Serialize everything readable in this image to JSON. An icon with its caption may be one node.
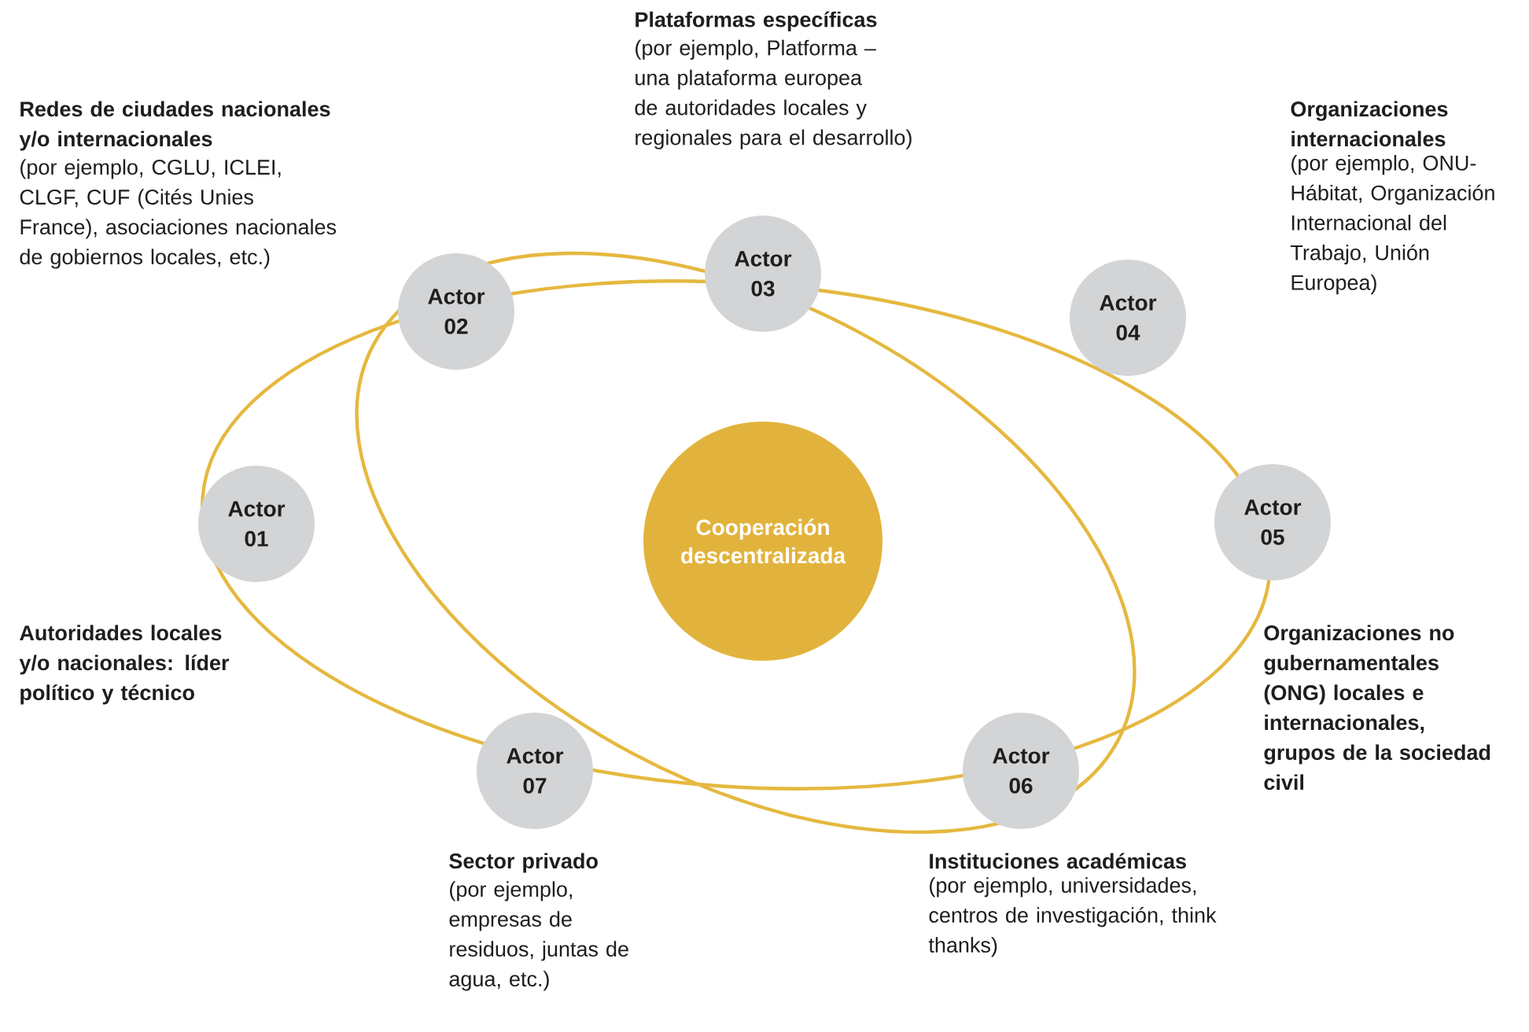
{
  "diagram": {
    "nodes": [
      {
        "text": [
          "Cooperación descentralizada"
        ]
      },
      {
        "text": [
          "Actor 01"
        ],
        "beside": [
          "Autoridades locales y/o nacionales: líder político y técnico"
        ]
      },
      {
        "text": [
          "Actor 02"
        ],
        "beside": [
          "Redes de ciudades nacionales y/o internacionales",
          "(por ejemplo, CGLU, ICLEI, CLGF, CUF (Cités Unies France), asociaciones nacionales de gobiernos locales, etc.)"
        ]
      },
      {
        "text": [
          "Actor 03"
        ],
        "beside": [
          "Plataformas específicas",
          "(por ejemplo, Platforma – una plataforma europea de autoridades locales y regionales para el desarrollo)"
        ]
      },
      {
        "text": [
          "Actor 04"
        ],
        "beside": [
          "Organizaciones internacionales",
          "(por ejemplo, ONU-Hábitat, Organización Internacional del Trabajo, Unión Europea)"
        ]
      },
      {
        "text": [
          "Actor 05"
        ],
        "beside": [
          "Organizaciones no gubernamentales (ONG) locales e internacionales, grupos de la sociedad civil"
        ]
      },
      {
        "text": [
          "Actor 06"
        ],
        "beside": [
          "Instituciones académicas",
          "(por ejemplo, universidades, centros de investigación, think thanks)"
        ]
      },
      {
        "text": [
          "Actor 07"
        ],
        "beside": [
          "Sector privado",
          "(por ejemplo, empresas de residuos, juntas de agua, etc.)"
        ]
      }
    ]
  }
}
